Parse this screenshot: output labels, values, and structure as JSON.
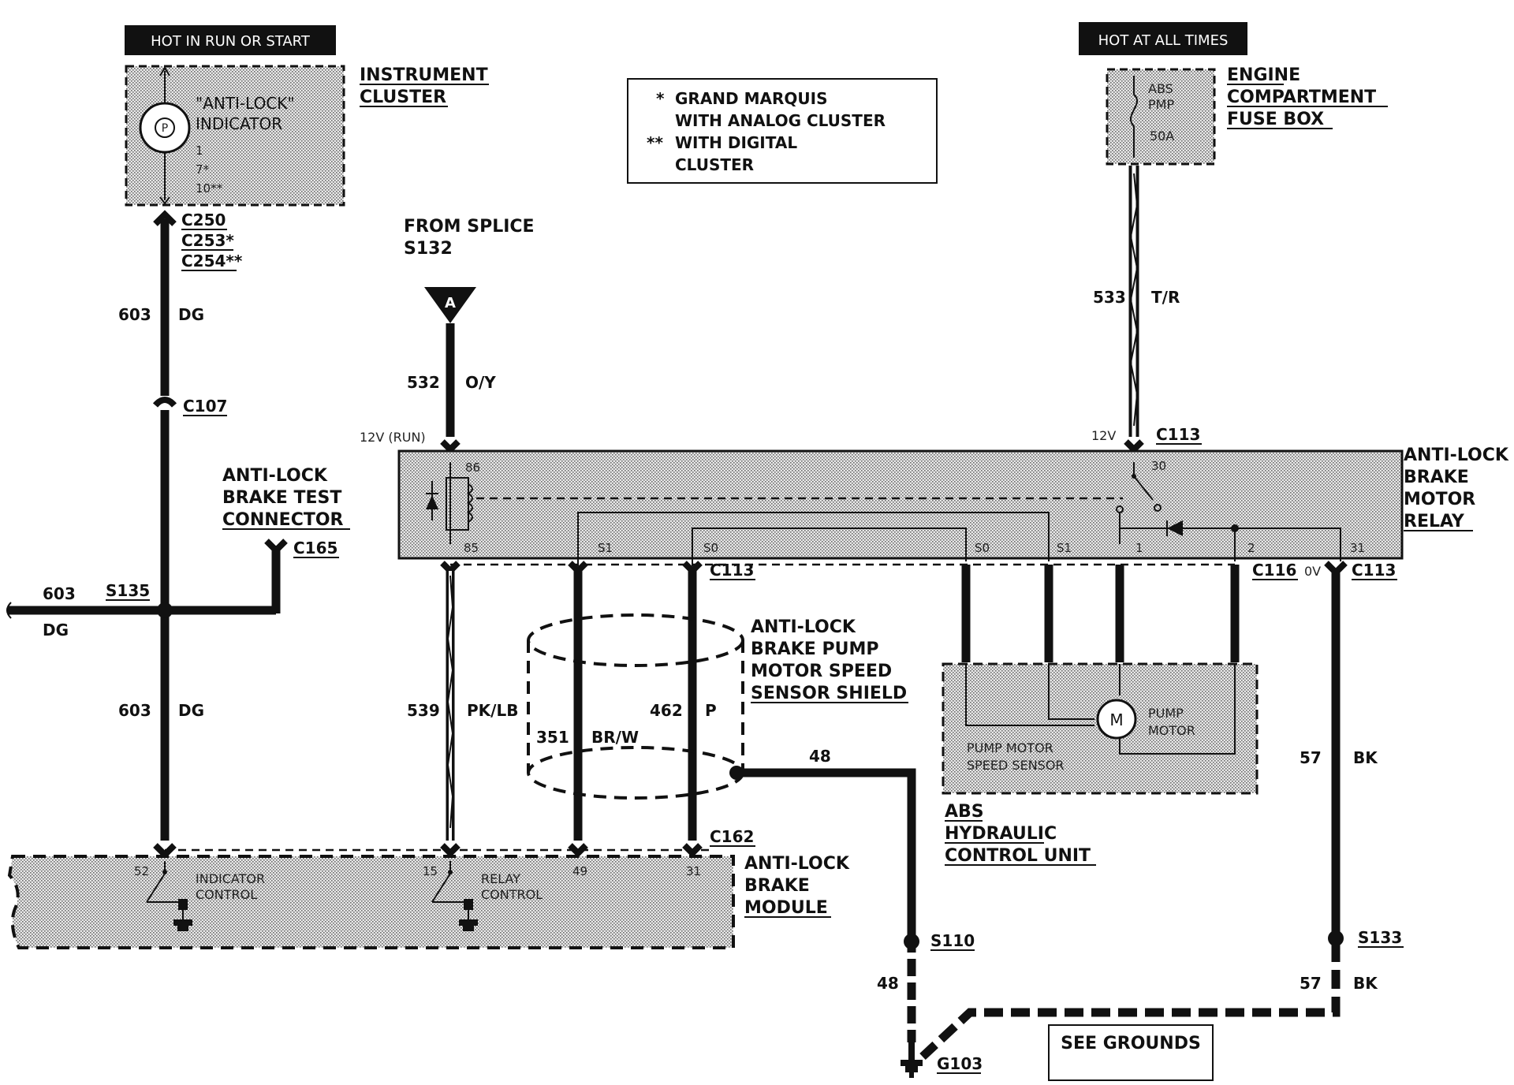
{
  "power": {
    "hot_run_start": "HOT IN RUN OR START",
    "hot_all_times": "HOT AT ALL TIMES"
  },
  "legend": {
    "line1_mark": "*",
    "line1": "GRAND MARQUIS",
    "line2": "WITH ANALOG CLUSTER",
    "line3_mark": "**",
    "line3": "WITH DIGITAL",
    "line4": "CLUSTER"
  },
  "instrument_cluster": {
    "name_line1": "INSTRUMENT",
    "name_line2": "CLUSTER",
    "indicator_line1": "\"ANTI-LOCK\"",
    "indicator_line2": "INDICATOR",
    "pin1": "1",
    "pin2": "7*",
    "pin3": "10**",
    "conn1": "C250",
    "conn2": "C253*",
    "conn3": "C254**"
  },
  "fuse_box": {
    "name_line1": "ENGINE",
    "name_line2": "COMPARTMENT",
    "name_line3": "FUSE BOX",
    "fuse_line1": "ABS",
    "fuse_line2": "PMP",
    "fuse_rating": "50A"
  },
  "splice_from": {
    "line1": "FROM SPLICE",
    "line2": "S132",
    "marker": "A"
  },
  "wires": {
    "w603_num": "603",
    "w603_color": "DG",
    "w532_num": "532",
    "w532_color": "O/Y",
    "w533_num": "533",
    "w533_color": "T/R",
    "w539_num": "539",
    "w539_color": "PK/LB",
    "w351_num": "351",
    "w351_color": "BR/W",
    "w462_num": "462",
    "w462_color": "P",
    "w48_num": "48",
    "w57_num": "57",
    "w57_color": "BK"
  },
  "connectors": {
    "c107": "C107",
    "c165": "C165",
    "s135": "S135",
    "c113": "C113",
    "c116": "C116",
    "c162": "C162",
    "s110": "S110",
    "s133": "S133",
    "g103": "G103"
  },
  "test_connector": {
    "line1": "ANTI-LOCK",
    "line2": "BRAKE TEST",
    "line3": "CONNECTOR"
  },
  "relay": {
    "name_line1": "ANTI-LOCK",
    "name_line2": "BRAKE",
    "name_line3": "MOTOR",
    "name_line4": "RELAY",
    "v_run": "12V (RUN)",
    "v_bat": "12V",
    "v_zero": "0V",
    "pin86": "86",
    "pin85": "85",
    "pin30": "30",
    "pin_s1a": "S1",
    "pin_s0a": "S0",
    "pin_s0b": "S0",
    "pin_s1b": "S1",
    "pin1": "1",
    "pin2": "2",
    "pin31": "31"
  },
  "shield": {
    "line1": "ANTI-LOCK",
    "line2": "BRAKE PUMP",
    "line3": "MOTOR SPEED",
    "line4": "SENSOR SHIELD"
  },
  "hcu": {
    "sensor_line1": "PUMP MOTOR",
    "sensor_line2": "SPEED SENSOR",
    "motor_line1": "PUMP",
    "motor_line2": "MOTOR",
    "motor_symbol": "M",
    "name_line1": "ABS",
    "name_line2": "HYDRAULIC",
    "name_line3": "CONTROL UNIT"
  },
  "module": {
    "name_line1": "ANTI-LOCK",
    "name_line2": "BRAKE",
    "name_line3": "MODULE",
    "pin52": "52",
    "pin15": "15",
    "pin49": "49",
    "pin31": "31",
    "ind_line1": "INDICATOR",
    "ind_line2": "CONTROL",
    "rel_line1": "RELAY",
    "rel_line2": "CONTROL"
  },
  "grounds": {
    "see_grounds": "SEE GROUNDS"
  }
}
